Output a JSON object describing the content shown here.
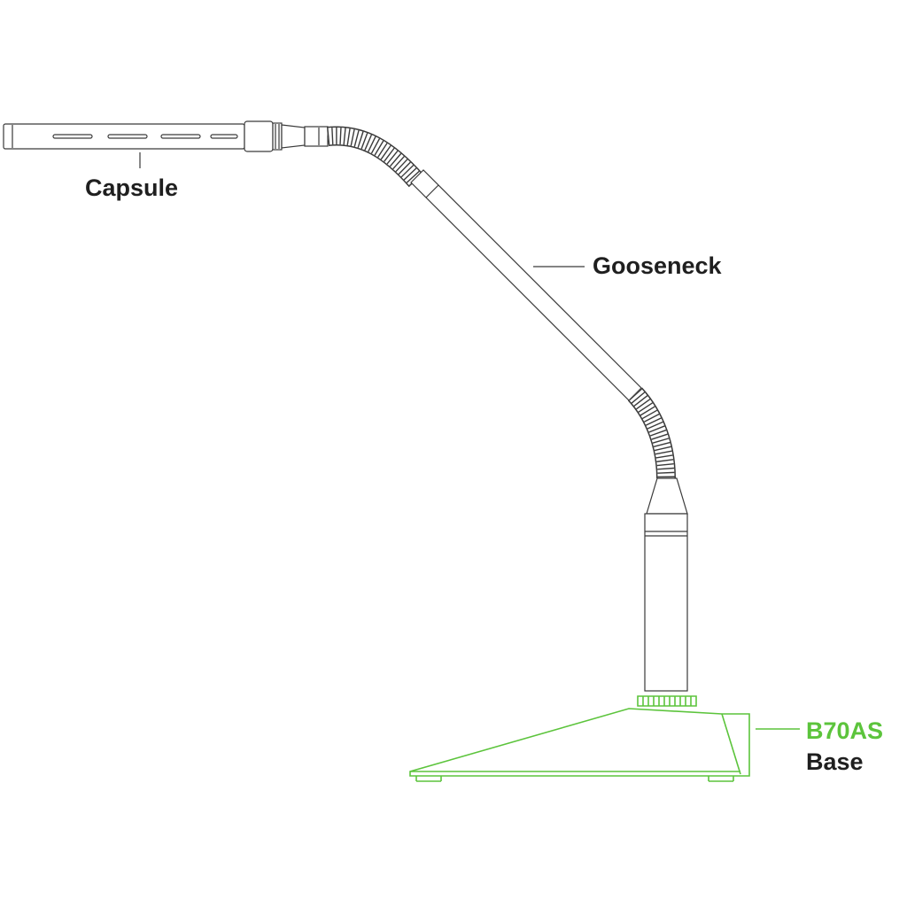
{
  "labels": {
    "capsule": "Capsule",
    "gooseneck": "Gooseneck",
    "base_model": "B70AS",
    "base_name": "Base"
  },
  "colors": {
    "outline": "#3a3a3a",
    "label_text": "#1f1f1f",
    "highlight": "#5cc43c",
    "background": "#ffffff"
  }
}
